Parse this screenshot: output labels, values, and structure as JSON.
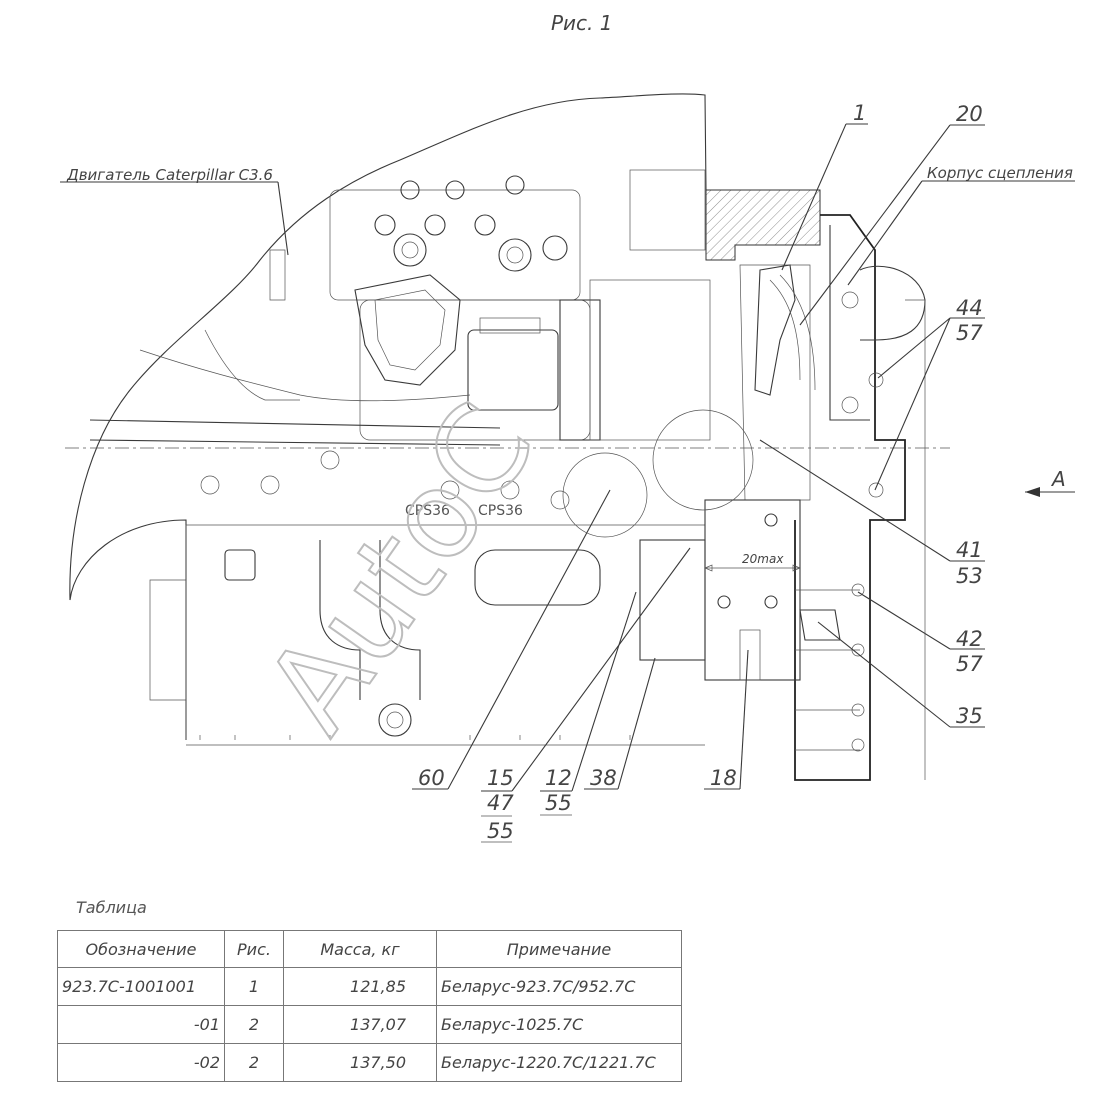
{
  "figure": {
    "title": "Рис. 1",
    "engine_label": "Двигатель Caterpillar C3.6",
    "housing_label": "Корпус сцепления",
    "view_label": "A",
    "dimension_label": "20max",
    "engraving": "CPS36",
    "watermark": "AutoC",
    "callouts": {
      "c1": "1",
      "c20": "20",
      "c44": "44",
      "c57a": "57",
      "c41": "41",
      "c53": "53",
      "c42": "42",
      "c57b": "57",
      "c35": "35",
      "c18": "18",
      "c38": "38",
      "c12": "12",
      "c55a": "55",
      "c15": "15",
      "c47": "47",
      "c55b": "55",
      "c60": "60"
    }
  },
  "table": {
    "title": "Таблица",
    "headers": [
      "Обозначение",
      "Рис.",
      "Масса, кг",
      "Примечание"
    ],
    "rows": [
      {
        "designation": "923.7С-1001001",
        "fig": "1",
        "mass": "121,85",
        "note": "Беларус-923.7С/952.7С"
      },
      {
        "designation": "-01",
        "fig": "2",
        "mass": "137,07",
        "note": "Беларус-1025.7С"
      },
      {
        "designation": "-02",
        "fig": "2",
        "mass": "137,50",
        "note": "Беларус-1220.7С/1221.7С"
      }
    ]
  }
}
